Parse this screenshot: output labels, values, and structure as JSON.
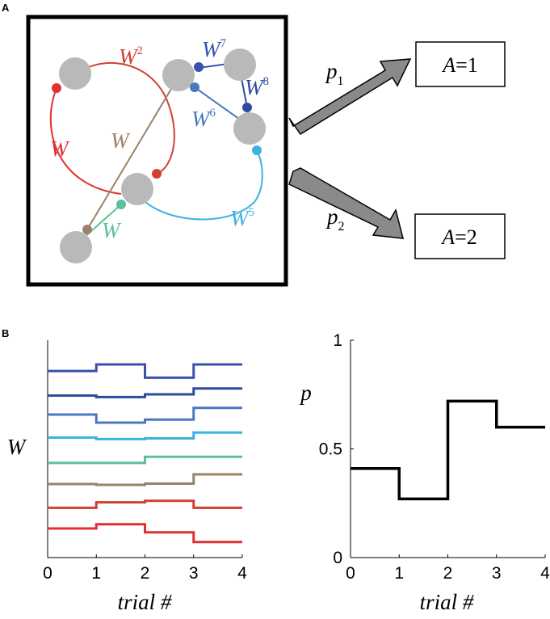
{
  "panel_a": {
    "letter": "A",
    "outputs": [
      {
        "var": "A",
        "eq": "=1",
        "prob": "p",
        "sub": "1"
      },
      {
        "var": "A",
        "eq": "=2",
        "prob": "p",
        "sub": "2"
      }
    ],
    "weights": [
      {
        "base": "W",
        "sup": "",
        "color": "#e03030"
      },
      {
        "base": "W",
        "sup": "2",
        "color": "#d23f33"
      },
      {
        "base": "W",
        "sup": "",
        "color": "#9c8068"
      },
      {
        "base": "W",
        "sup": "",
        "color": "#5cc09a"
      },
      {
        "base": "W",
        "sup": "5",
        "color": "#3bb2e4"
      },
      {
        "base": "W",
        "sup": "6",
        "color": "#4a78c0"
      },
      {
        "base": "W",
        "sup": "7",
        "color": "#3a52ad"
      },
      {
        "base": "W",
        "sup": "8",
        "color": "#2f4c9e"
      }
    ],
    "colors": {
      "node": "#b9b9b9",
      "arrow": "#8a8a8a"
    }
  },
  "panel_b": {
    "letter": "B",
    "chart_data": [
      {
        "type": "line",
        "ylabel": "W",
        "xlabel": "trial #",
        "x_ticks": [
          "0",
          "1",
          "2",
          "3",
          "4"
        ],
        "xlim": [
          0,
          4
        ],
        "step": true,
        "series": [
          {
            "color": "#3a52ad",
            "values": [
              0.93,
              1.1,
              0.76,
              1.1
            ]
          },
          {
            "color": "#2f4c9e",
            "values": [
              0.82,
              0.78,
              0.85,
              1.0
            ]
          },
          {
            "color": "#4a78c0",
            "values": [
              0.83,
              0.62,
              0.7,
              1.0
            ]
          },
          {
            "color": "#3bb2e4",
            "values": [
              0.84,
              0.8,
              0.82,
              0.97
            ]
          },
          {
            "color": "#5cc09a",
            "values": [
              0.79,
              0.79,
              0.95,
              0.95
            ]
          },
          {
            "color": "#9c8068",
            "values": [
              0.85,
              0.83,
              0.86,
              1.1
            ]
          },
          {
            "color": "#d23f33",
            "values": [
              0.78,
              0.92,
              0.96,
              0.78
            ]
          },
          {
            "color": "#e03030",
            "values": [
              0.85,
              0.96,
              0.75,
              0.5
            ]
          }
        ]
      },
      {
        "type": "line",
        "step": true,
        "ylabel": "p",
        "xlabel": "trial #",
        "x_ticks": [
          "0",
          "1",
          "2",
          "3",
          "4"
        ],
        "y_ticks": [
          "0",
          "0.5",
          "1"
        ],
        "xlim": [
          0,
          4
        ],
        "ylim": [
          0,
          1
        ],
        "series": [
          {
            "color": "#000000",
            "values": [
              0.41,
              0.27,
              0.72,
              0.6
            ]
          }
        ]
      }
    ]
  }
}
